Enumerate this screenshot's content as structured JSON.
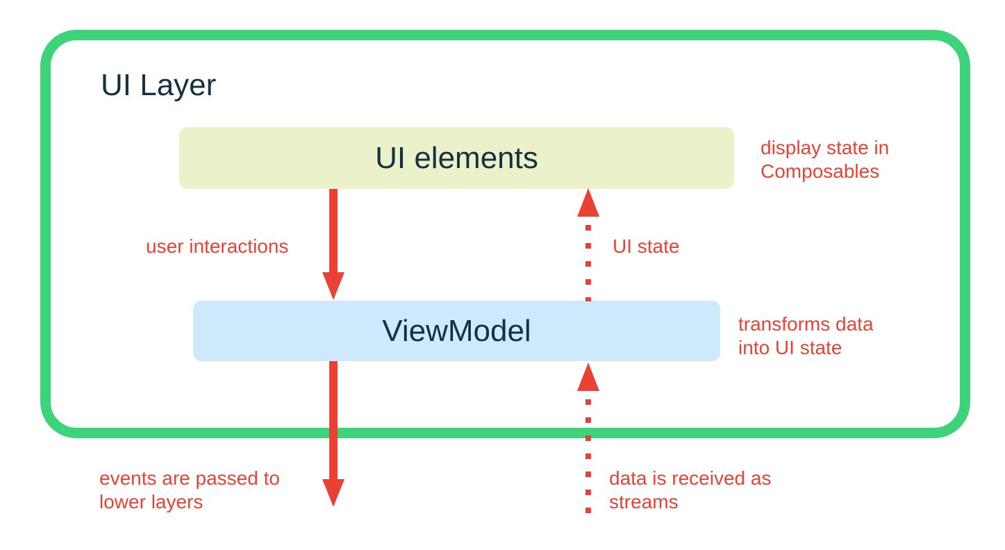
{
  "colors": {
    "frame_green": "#3CD37A",
    "box_yellow": "#EBF2C9",
    "box_blue": "#CEE9FC",
    "text_dark": "#13313F",
    "accent_red": "#E94235"
  },
  "diagram": {
    "type": "architecture-flow",
    "frame": {
      "title": "UI Layer"
    },
    "nodes": [
      {
        "id": "ui-elements",
        "label": "UI elements",
        "annotation": "display state in\nComposables"
      },
      {
        "id": "viewmodel",
        "label": "ViewModel",
        "annotation": "transforms data\ninto UI state"
      }
    ],
    "flows": [
      {
        "id": "user-interactions",
        "label": "user interactions",
        "from": "UI elements",
        "to": "ViewModel",
        "style": "solid",
        "direction": "down"
      },
      {
        "id": "ui-state",
        "label": "UI state",
        "from": "ViewModel",
        "to": "UI elements",
        "style": "dotted",
        "direction": "up"
      },
      {
        "id": "events-lower-layers",
        "label": "events are passed to\nlower layers",
        "from": "ViewModel",
        "to": "lower layers",
        "style": "solid",
        "direction": "down"
      },
      {
        "id": "data-streams",
        "label": "data is received as\nstreams",
        "from": "lower layers",
        "to": "ViewModel",
        "style": "dotted",
        "direction": "up"
      }
    ]
  }
}
